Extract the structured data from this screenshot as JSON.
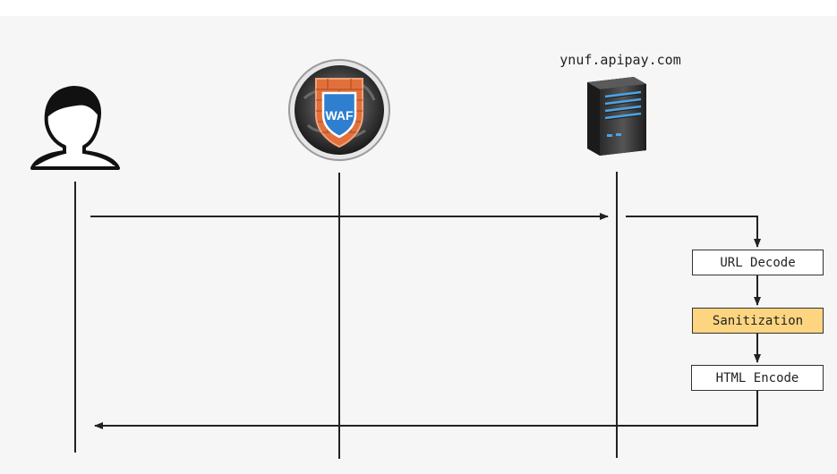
{
  "actors": {
    "user": {
      "icon": "user-icon"
    },
    "waf": {
      "icon": "waf-shield-icon",
      "label": "WAF"
    },
    "server": {
      "icon": "server-icon",
      "label": "ynuf.apipay.com"
    }
  },
  "steps": [
    {
      "label": "URL Decode"
    },
    {
      "label": "Sanitization",
      "highlight": "#fdd581"
    },
    {
      "label": "HTML Encode"
    }
  ],
  "colors": {
    "line": "#222222",
    "highlight": "#fdd581",
    "waf_brick": "#e2703a",
    "waf_shield": "#2e7fd0"
  }
}
